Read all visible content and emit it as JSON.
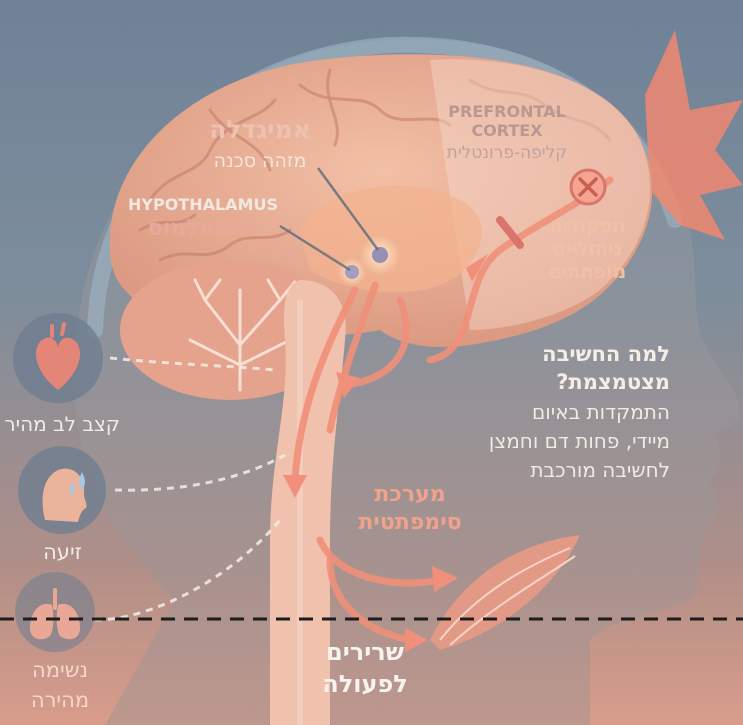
{
  "regions": {
    "amygdala": {
      "name": "אמיגדלה",
      "role": "מזהה סכנה"
    },
    "hypothalamus": {
      "name_en": "HYPOTHALAMUS",
      "name_he": "היפותלמוס"
    },
    "prefrontal": {
      "name_en_line1": "PREFRONTAL",
      "name_en_line2": "CORTEX",
      "name_he": "קליפה-פרונטלית"
    }
  },
  "executive": {
    "line1": "תפקודים",
    "line2": "ניהוליים",
    "line3": "מופחתים"
  },
  "explanation": {
    "q1": "למה החשיבה",
    "q2": "מצטמצמת?",
    "a1": "התמקדות באיום",
    "a2": "מיידי, פחות דם וחמצן",
    "a3": "לחשיבה מורכבת"
  },
  "sympathetic": {
    "line1": "מערכת",
    "line2": "סימפתטית"
  },
  "muscles": {
    "line1": "שרירים",
    "line2": "לפעולה"
  },
  "symptoms": {
    "heart": "קצב לב מהיר",
    "sweat": "זיעה",
    "breath_line1": "נשימה",
    "breath_line2": "מהירה"
  },
  "icons": [
    "heart-icon",
    "sweating-head-icon",
    "lungs-icon",
    "blocked-x-icon",
    "burst-icon"
  ],
  "colors": {
    "brain": "#e8a58c",
    "pathway": "#f08f79",
    "label_light": "#f4eee6",
    "label_dim": "#cdbfb6",
    "accent": "#f3b08e",
    "dashed_line": "#1d1d1d"
  }
}
